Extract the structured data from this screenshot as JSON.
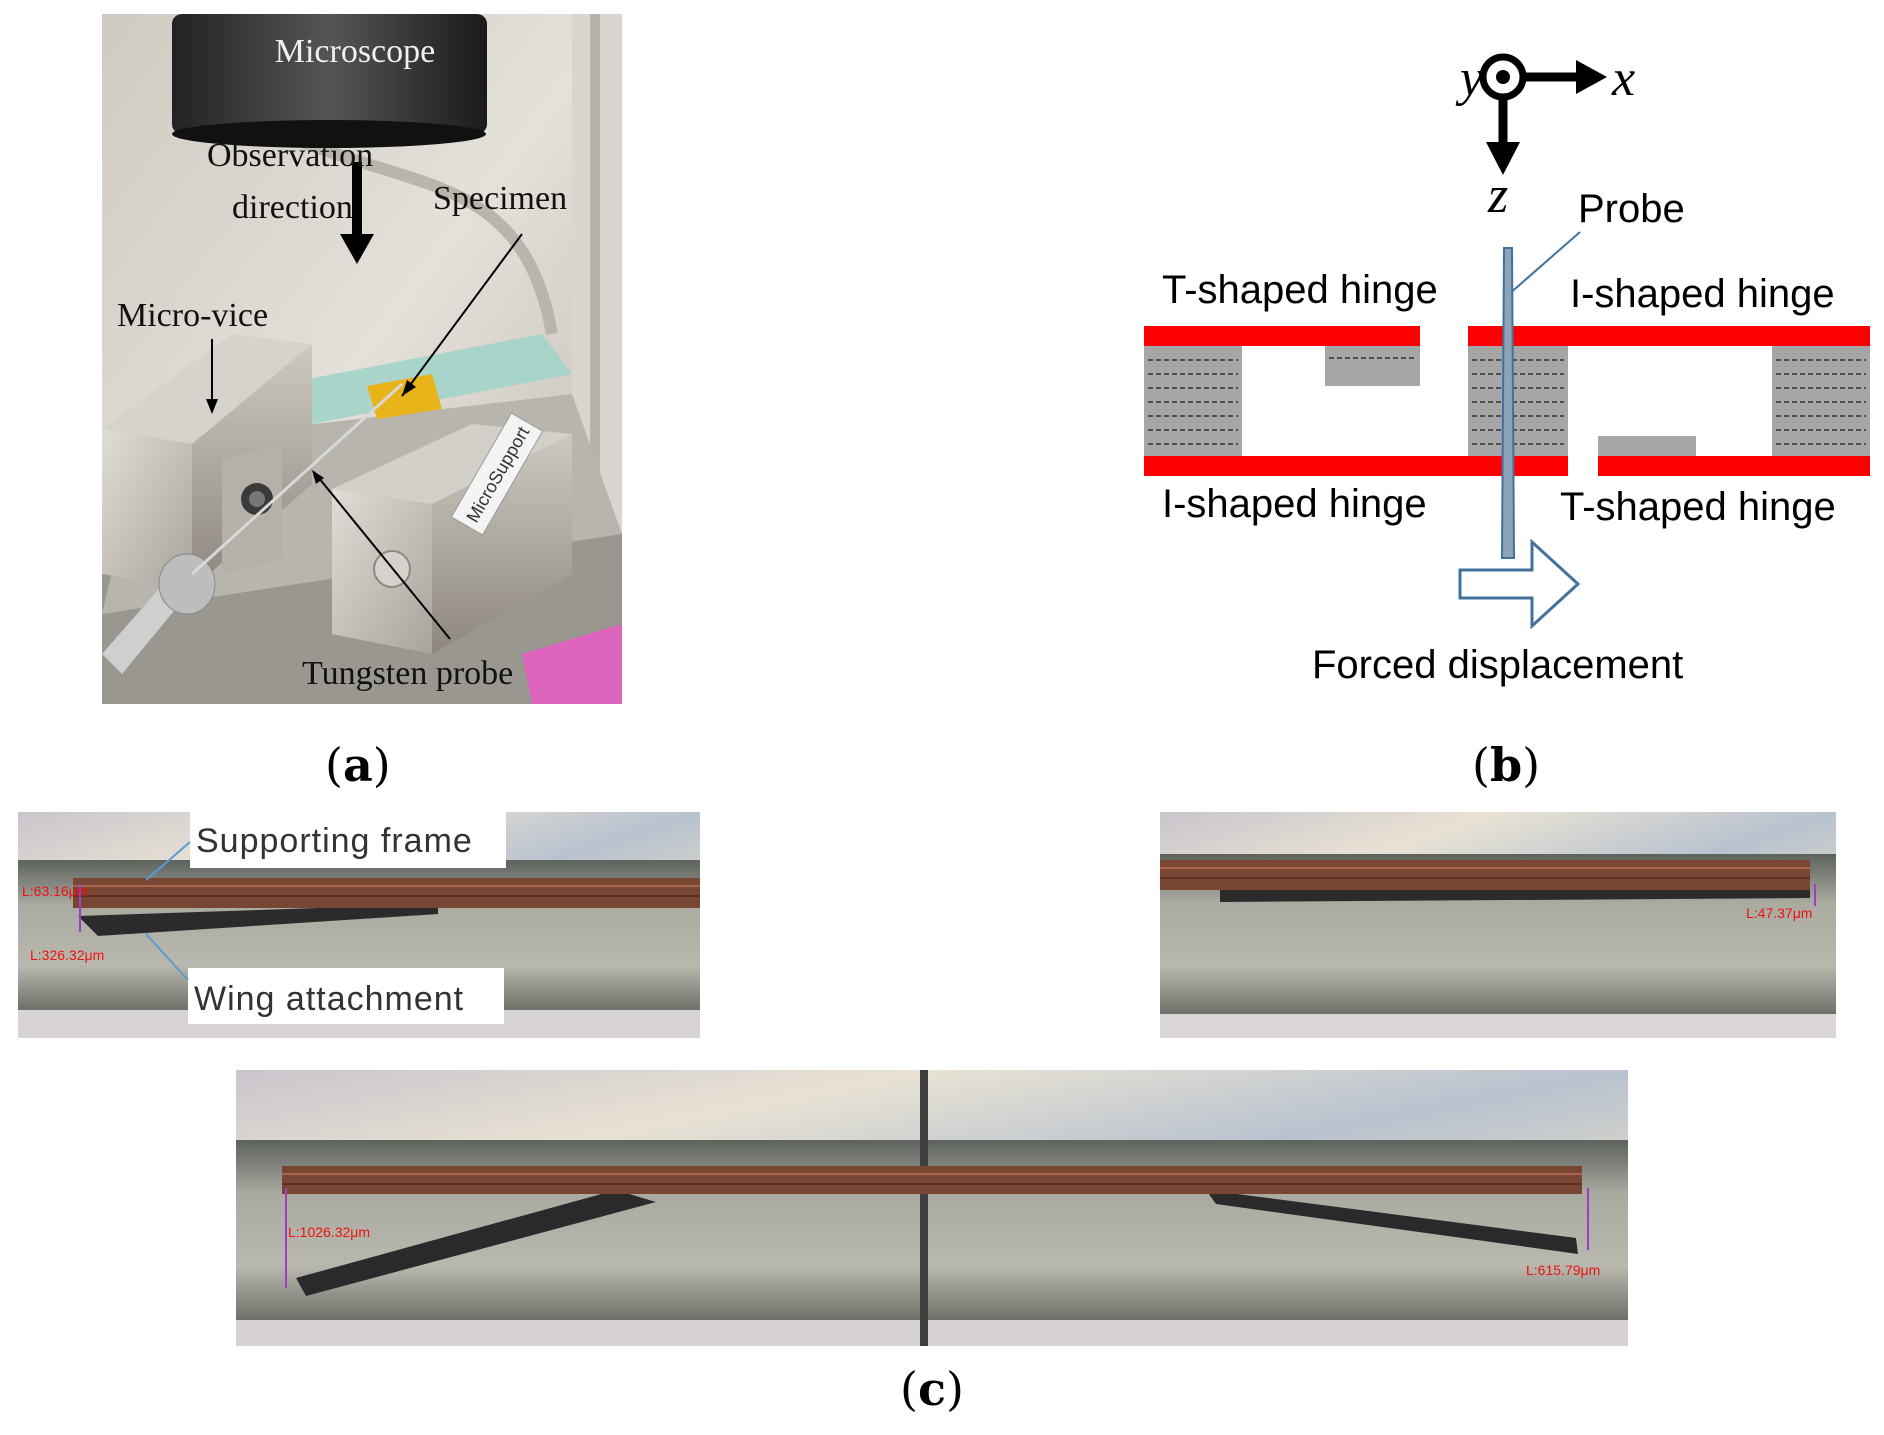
{
  "panel_a": {
    "label_open": "(",
    "label_letter": "a",
    "label_close": ")",
    "labels": {
      "microscope": "Microscope",
      "observation_1": "Observation",
      "observation_2": "direction",
      "specimen": "Specimen",
      "micro_vice": "Micro-vice",
      "tungsten_probe": "Tungsten probe",
      "brand": "MicroSupport"
    }
  },
  "panel_b": {
    "label_open": "(",
    "label_letter": "b",
    "label_close": ")",
    "axes": {
      "y": "y",
      "x": "x",
      "z": "z"
    },
    "labels": {
      "probe": "Probe",
      "t_hinge_top": "T-shaped hinge",
      "i_hinge_top": "I-shaped hinge",
      "i_hinge_bottom": "I-shaped hinge",
      "t_hinge_bottom": "T-shaped hinge",
      "forced_displacement": "Forced displacement"
    },
    "colors": {
      "layer": "#ff0000",
      "core": "#a6a6a6",
      "arrow": "#41719c"
    }
  },
  "panel_c": {
    "label_open": "(",
    "label_letter": "c",
    "label_close": ")",
    "callouts": {
      "supporting_frame": "Supporting frame",
      "wing_attachment": "Wing attachment"
    },
    "measurements": {
      "left_top": "L:63.16μm",
      "left_bottom": "L:326.32μm",
      "right": "L:47.37μm",
      "bottom_left": "L:1026.32μm",
      "bottom_right": "L:615.79μm"
    }
  }
}
